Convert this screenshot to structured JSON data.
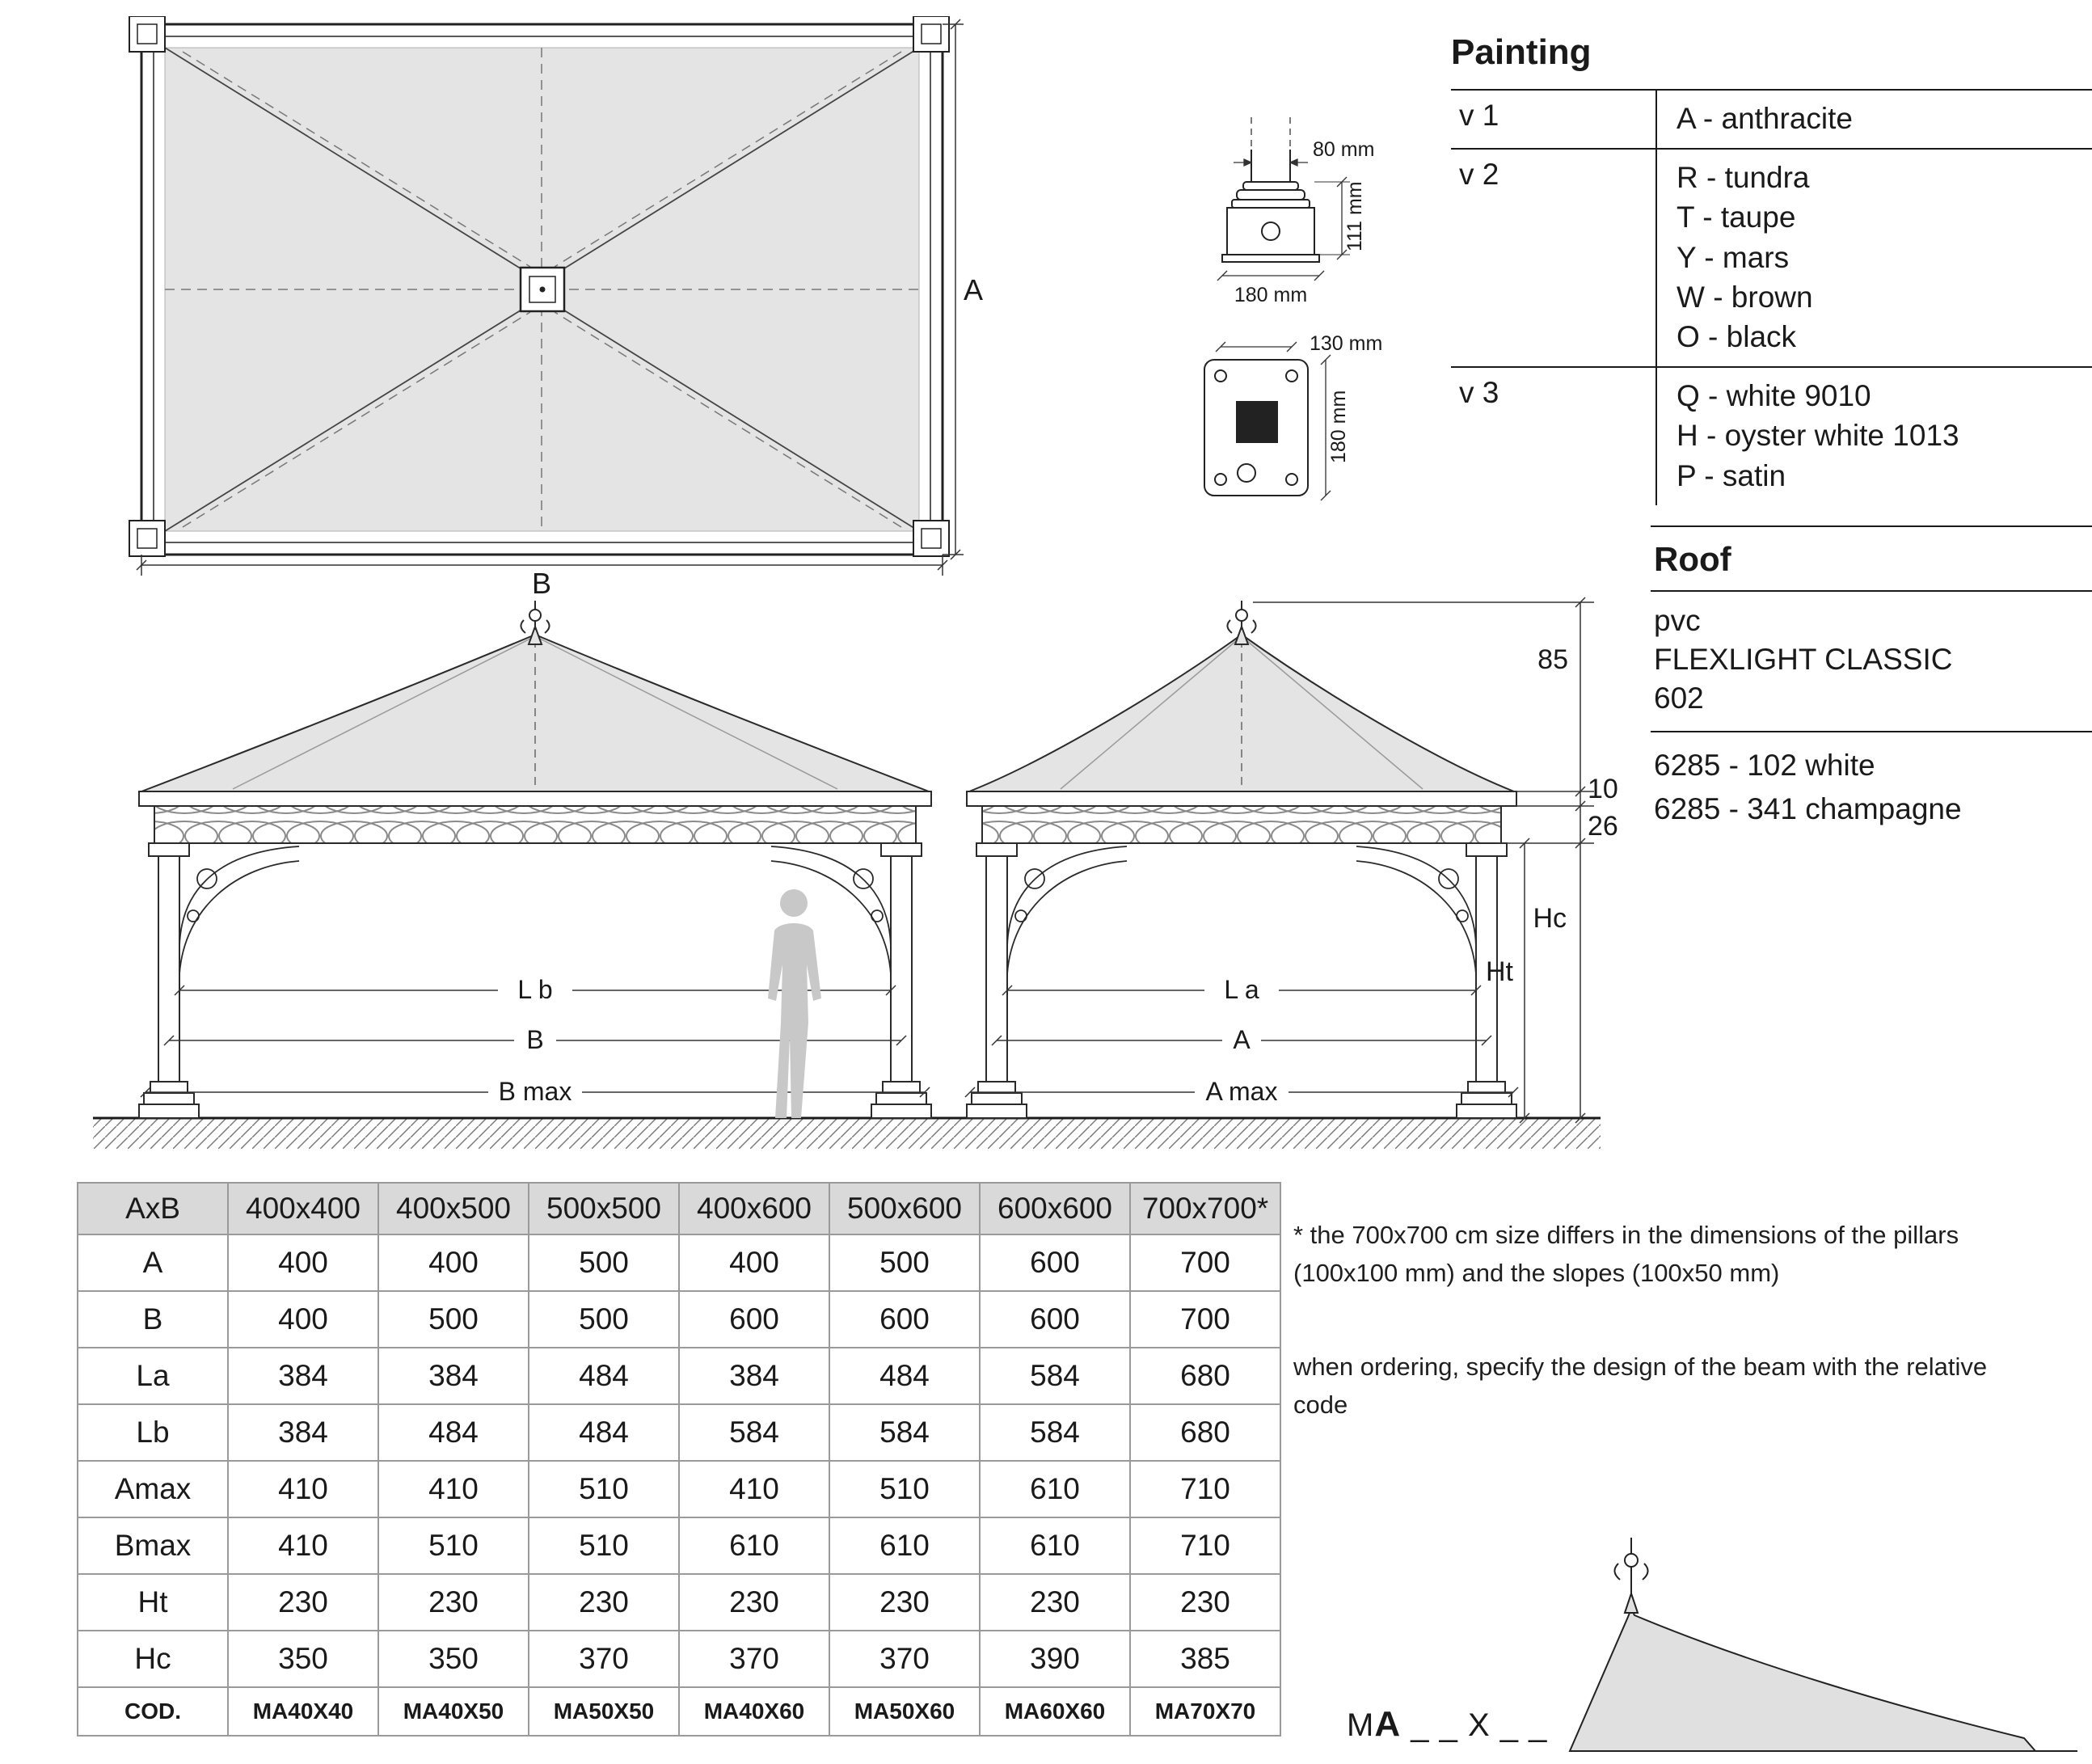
{
  "plan": {
    "dim_a": "A",
    "dim_b": "B"
  },
  "pillar_detail": {
    "top_width": "80 mm",
    "height": "111 mm",
    "base_width": "180 mm"
  },
  "plate_detail": {
    "width": "130 mm",
    "height": "180 mm"
  },
  "painting": {
    "title": "Painting",
    "rows": [
      {
        "version": "v 1",
        "options": [
          "A - anthracite"
        ]
      },
      {
        "version": "v 2",
        "options": [
          "R - tundra",
          "T - taupe",
          "Y - mars",
          "W - brown",
          "O - black"
        ]
      },
      {
        "version": "v 3",
        "options": [
          "Q - white 9010",
          "H - oyster white 1013",
          "P - satin"
        ]
      }
    ]
  },
  "roof": {
    "title": "Roof",
    "material": [
      "pvc",
      "FLEXLIGHT CLASSIC",
      "602"
    ],
    "colors": [
      "6285 - 102 white",
      "6285 - 341 champagne"
    ]
  },
  "elevation": {
    "left": {
      "inner": "L b",
      "span": "B",
      "max": "B max"
    },
    "right": {
      "inner": "L a",
      "span": "A",
      "max": "A max"
    },
    "dims": {
      "roof_h": "85",
      "fascia": "10",
      "frieze": "26",
      "hc": "Hc",
      "ht": "Ht"
    }
  },
  "table": {
    "headers": [
      "AxB",
      "400x400",
      "400x500",
      "500x500",
      "400x600",
      "500x600",
      "600x600",
      "700x700*"
    ],
    "rows": [
      {
        "label": "A",
        "values": [
          "400",
          "400",
          "500",
          "400",
          "500",
          "600",
          "700"
        ]
      },
      {
        "label": "B",
        "values": [
          "400",
          "500",
          "500",
          "600",
          "600",
          "600",
          "700"
        ]
      },
      {
        "label": "La",
        "values": [
          "384",
          "384",
          "484",
          "384",
          "484",
          "584",
          "680"
        ]
      },
      {
        "label": "Lb",
        "values": [
          "384",
          "484",
          "484",
          "584",
          "584",
          "584",
          "680"
        ]
      },
      {
        "label": "Amax",
        "values": [
          "410",
          "410",
          "510",
          "410",
          "510",
          "610",
          "710"
        ]
      },
      {
        "label": "Bmax",
        "values": [
          "410",
          "510",
          "510",
          "610",
          "610",
          "610",
          "710"
        ]
      },
      {
        "label": "Ht",
        "values": [
          "230",
          "230",
          "230",
          "230",
          "230",
          "230",
          "230"
        ]
      },
      {
        "label": "Hc",
        "values": [
          "350",
          "350",
          "370",
          "370",
          "370",
          "390",
          "385"
        ]
      },
      {
        "label": "COD.",
        "values": [
          "MA40X40",
          "MA40X50",
          "MA50X50",
          "MA40X60",
          "MA50X60",
          "MA60X60",
          "MA70X70"
        ]
      }
    ]
  },
  "notes": {
    "footnote": "* the 700x700 cm size differs in the dimensions of the pillars (100x100 mm) and the slopes (100x50 mm)",
    "ordering": "when ordering, specify the design of the beam with the relative code"
  },
  "order_code": {
    "prefix": "M",
    "bold_letter": "A",
    "suffix": " _ _ X _ _"
  }
}
